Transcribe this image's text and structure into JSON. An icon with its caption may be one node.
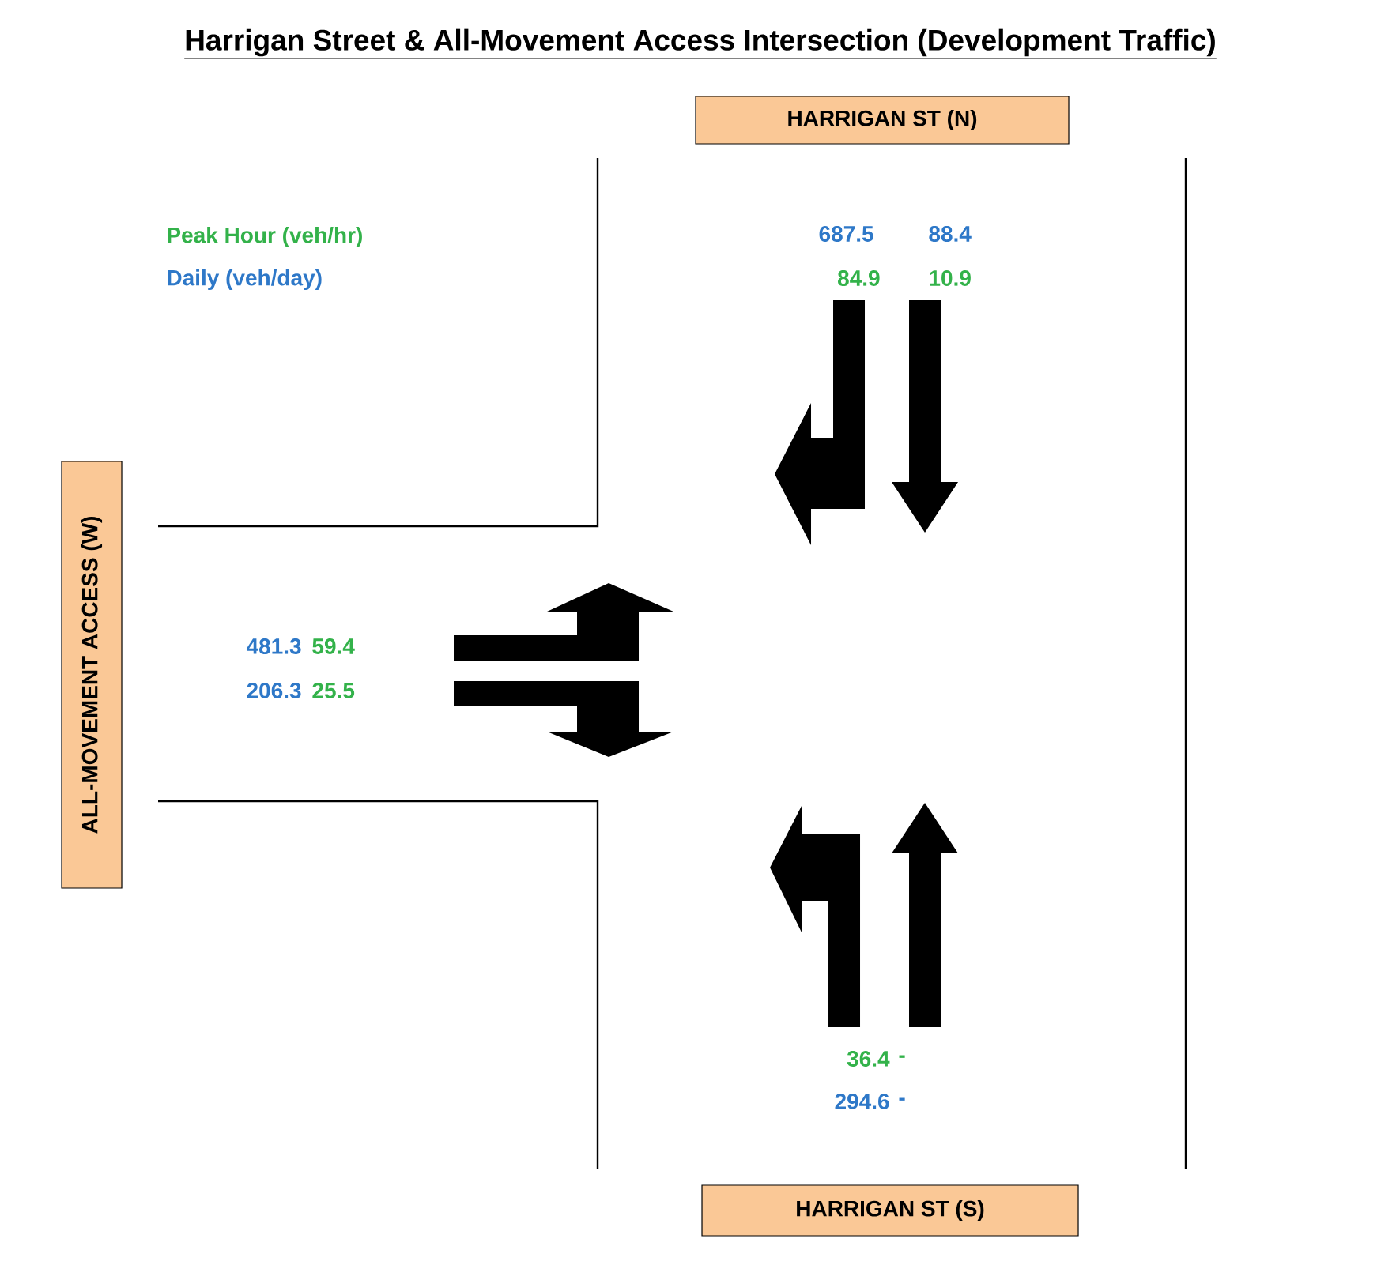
{
  "diagram": {
    "title": "Harrigan Street & All-Movement Access Intersection (Development Traffic)",
    "nodes": [
      {
        "text": [
          "HARRIGAN ST (N)"
        ]
      },
      {
        "text": [
          "ALL-MOVEMENT ACCESS (W)"
        ]
      },
      {
        "text": [
          "HARRIGAN ST (S)"
        ]
      }
    ],
    "labels": [
      "Peak Hour (veh/hr)",
      "Daily (veh/day)",
      "687.5",
      "88.4",
      "84.9",
      "10.9",
      "481.3",
      "59.4",
      "206.3",
      "25.5",
      "36.4",
      "-",
      "294.6",
      "-"
    ]
  }
}
